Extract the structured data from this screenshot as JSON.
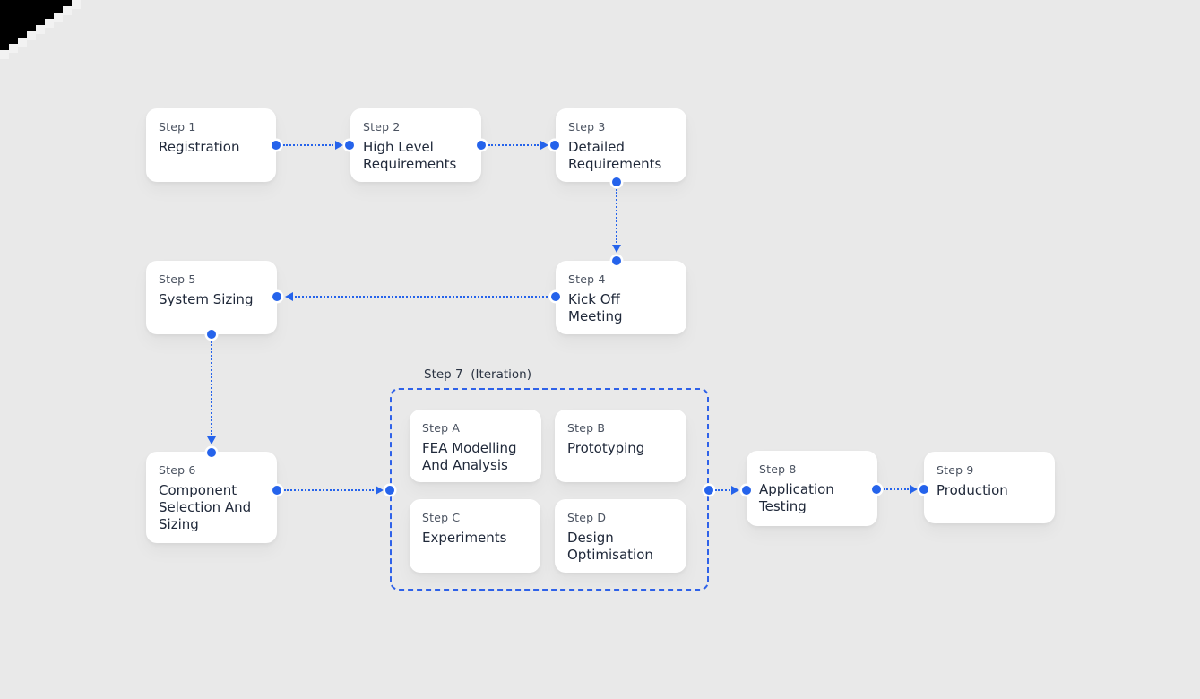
{
  "canvas": {
    "background_color": "#e9e9e9",
    "accent_color": "#2563eb",
    "node_background_color": "#ffffff",
    "label_color": "#4a5260",
    "title_color": "#20293a"
  },
  "nodes": {
    "step1": {
      "label": "Step 1",
      "title": "Registration"
    },
    "step2": {
      "label": "Step 2",
      "title": "High Level Requirements"
    },
    "step3": {
      "label": "Step 3",
      "title": "Detailed Requirements"
    },
    "step4": {
      "label": "Step 4",
      "title": "Kick Off Meeting"
    },
    "step5": {
      "label": "Step 5",
      "title": "System Sizing"
    },
    "step6": {
      "label": "Step 6",
      "title": "Component Selection And Sizing"
    },
    "step7_group": {
      "label": "Step 7  (Iteration)"
    },
    "stepA": {
      "label": "Step A",
      "title": "FEA Modelling And Analysis"
    },
    "stepB": {
      "label": "Step B",
      "title": "Prototyping"
    },
    "stepC": {
      "label": "Step C",
      "title": "Experiments"
    },
    "stepD": {
      "label": "Step D",
      "title": "Design Optimisation"
    },
    "step8": {
      "label": "Step 8",
      "title": "Application Testing"
    },
    "step9": {
      "label": "Step 9",
      "title": "Production"
    }
  },
  "edges": [
    {
      "from": "step1",
      "to": "step2"
    },
    {
      "from": "step2",
      "to": "step3"
    },
    {
      "from": "step3",
      "to": "step4"
    },
    {
      "from": "step4",
      "to": "step5"
    },
    {
      "from": "step5",
      "to": "step6"
    },
    {
      "from": "step6",
      "to": "step7_group"
    },
    {
      "from": "step7_group",
      "to": "step8"
    },
    {
      "from": "step8",
      "to": "step9"
    }
  ]
}
